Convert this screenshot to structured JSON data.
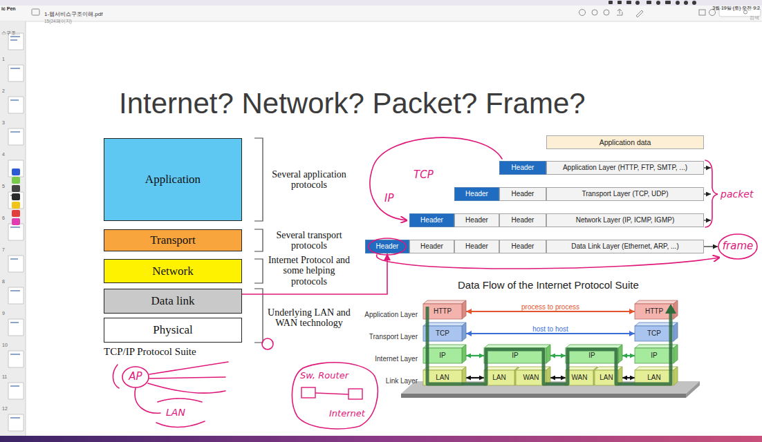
{
  "diagram": {
    "title": "Internet? Network? Packet? Frame?",
    "nodes": [
      {
        "text": [
          "Application"
        ]
      },
      {
        "text": [
          "Transport"
        ]
      },
      {
        "text": [
          "Network"
        ]
      },
      {
        "text": [
          "Data link"
        ]
      },
      {
        "text": [
          "Physical"
        ]
      },
      {
        "text": [
          "Application data"
        ]
      },
      {
        "text": [
          "Header"
        ]
      },
      {
        "text": [
          "Application Layer (HTTP, FTP, SMTP, ...)"
        ]
      },
      {
        "text": [
          "Header"
        ]
      },
      {
        "text": [
          "Header"
        ]
      },
      {
        "text": [
          "Transport Layer (TCP, UDP)"
        ]
      },
      {
        "text": [
          "Header"
        ]
      },
      {
        "text": [
          "Header"
        ]
      },
      {
        "text": [
          "Header"
        ]
      },
      {
        "text": [
          "Network Layer (IP, ICMP, IGMP)"
        ]
      },
      {
        "text": [
          "Header"
        ]
      },
      {
        "text": [
          "Header"
        ]
      },
      {
        "text": [
          "Header"
        ]
      },
      {
        "text": [
          "Header"
        ]
      },
      {
        "text": [
          "Data Link Layer (Ethernet, ARP, ...)"
        ]
      },
      {
        "text": [
          "frame"
        ]
      },
      {
        "text": [
          "AP"
        ]
      },
      {
        "text": [
          "Sw, Router",
          "Internet"
        ]
      },
      {
        "text": [
          "HTTP"
        ]
      },
      {
        "text": [
          "TCP"
        ]
      },
      {
        "text": [
          "IP"
        ]
      },
      {
        "text": [
          "LAN"
        ]
      },
      {
        "text": [
          "IP"
        ]
      },
      {
        "text": [
          "LAN"
        ]
      },
      {
        "text": [
          "WAN"
        ]
      },
      {
        "text": [
          "IP"
        ]
      },
      {
        "text": [
          "WAN"
        ]
      },
      {
        "text": [
          "LAN"
        ]
      },
      {
        "text": [
          "HTTP"
        ]
      },
      {
        "text": [
          "TCP"
        ]
      },
      {
        "text": [
          "IP"
        ]
      },
      {
        "text": [
          "LAN"
        ]
      }
    ],
    "edges": [
      {
        "from": 3,
        "to": 15,
        "arrow": "to"
      },
      {
        "from": 19,
        "to": 20,
        "arrow": "to"
      },
      {
        "from": 23,
        "to": 33,
        "label": "process to process",
        "arrow": "both"
      },
      {
        "from": 24,
        "to": 34,
        "label": "host to host",
        "arrow": "both"
      },
      {
        "from": 25,
        "to": 27,
        "arrow": "both"
      },
      {
        "from": 27,
        "to": 30,
        "arrow": "both"
      },
      {
        "from": 30,
        "to": 35,
        "arrow": "both"
      },
      {
        "from": 26,
        "to": 28,
        "arrow": "both"
      },
      {
        "from": 29,
        "to": 31,
        "arrow": "both"
      },
      {
        "from": 32,
        "to": 36,
        "arrow": "both"
      }
    ],
    "labels": [
      "ic Pen",
      "스구조...",
      "1-웹서비스구조이해.pdf",
      "15(24페이지)",
      "검색",
      "3월 19일 (토) 오전 9:2",
      "1",
      "2",
      "3",
      "4",
      "5",
      "6",
      "7",
      "8",
      "9",
      "10",
      "11",
      "12",
      "Several application protocols",
      "Several transport protocols",
      "Internet Protocol and some helping protocols",
      "Underlying LAN and WAN technology",
      "TCP/IP Protocol Suite",
      "TCP",
      "IP",
      "packet",
      "LAN",
      "Data Flow of the Internet Protocol Suite",
      "Application Layer",
      "Transport Layer",
      "Internet Layer",
      "Link Layer"
    ]
  }
}
